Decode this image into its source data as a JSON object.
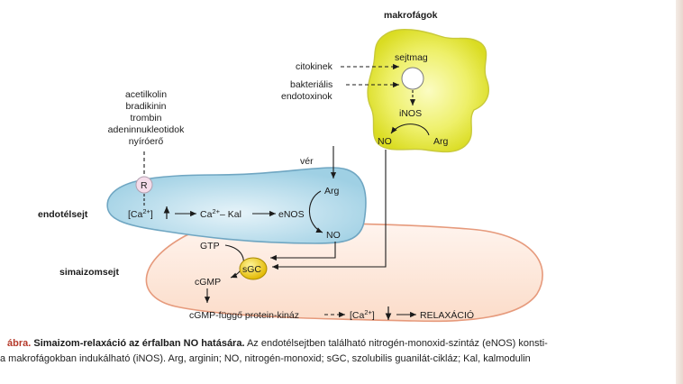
{
  "labels": {
    "macrophage_title": "makrofágok",
    "nucleus": "sejtmag",
    "cytokines": "citokinek",
    "bacterial_1": "bakteriális",
    "bacterial_2": "endotoxinok",
    "inos": "iNOS",
    "macro_no": "NO",
    "macro_arg": "Arg",
    "stimuli": [
      "acetilkolin",
      "bradikinin",
      "trombin",
      "adeninnukleotidok",
      "nyíróerő"
    ],
    "receptor": "R",
    "blood": "vér",
    "endothelial_cell": "endotélsejt",
    "endo_arg": "Arg",
    "ca_left": "[Ca",
    "ca_sup": "2+",
    "ca_right": "]",
    "ca_kal_1": "Ca",
    "ca_kal_sup": "2+",
    "ca_kal_2": "– Kal",
    "enos": "eNOS",
    "endo_no": "NO",
    "smooth_muscle_cell": "simaizomsejt",
    "gtp": "GTP",
    "sgc": "sGC",
    "cgmp": "cGMP",
    "kinase": "cGMP-függő protein-kináz",
    "ca2_left": "[Ca",
    "ca2_sup": "2+",
    "ca2_right": "]",
    "relaxation": "RELAXÁCIÓ"
  },
  "caption": {
    "lead": "ábra.",
    "title": "Simaizom-relaxáció az érfalban NO hatására.",
    "line1_rest": " Az endotélsejtben található nitrogén-monoxid-szintáz (eNOS) konsti-",
    "line2": "a makrofágokban indukálható (iNOS). Arg, arginin; NO, nitrogén-monoxid; sGC, szolubilis guanilát-cikláz; Kal, kalmodulin"
  },
  "colors": {
    "macrophage_fill": "#e9ec3c",
    "endothelial_fill": "#bfe0ee",
    "smooth_muscle_fill": "#fbe6da",
    "sgc_fill": "#f2d51e",
    "receptor_fill": "#f5dcea",
    "caption_accent": "#b53a2b"
  }
}
